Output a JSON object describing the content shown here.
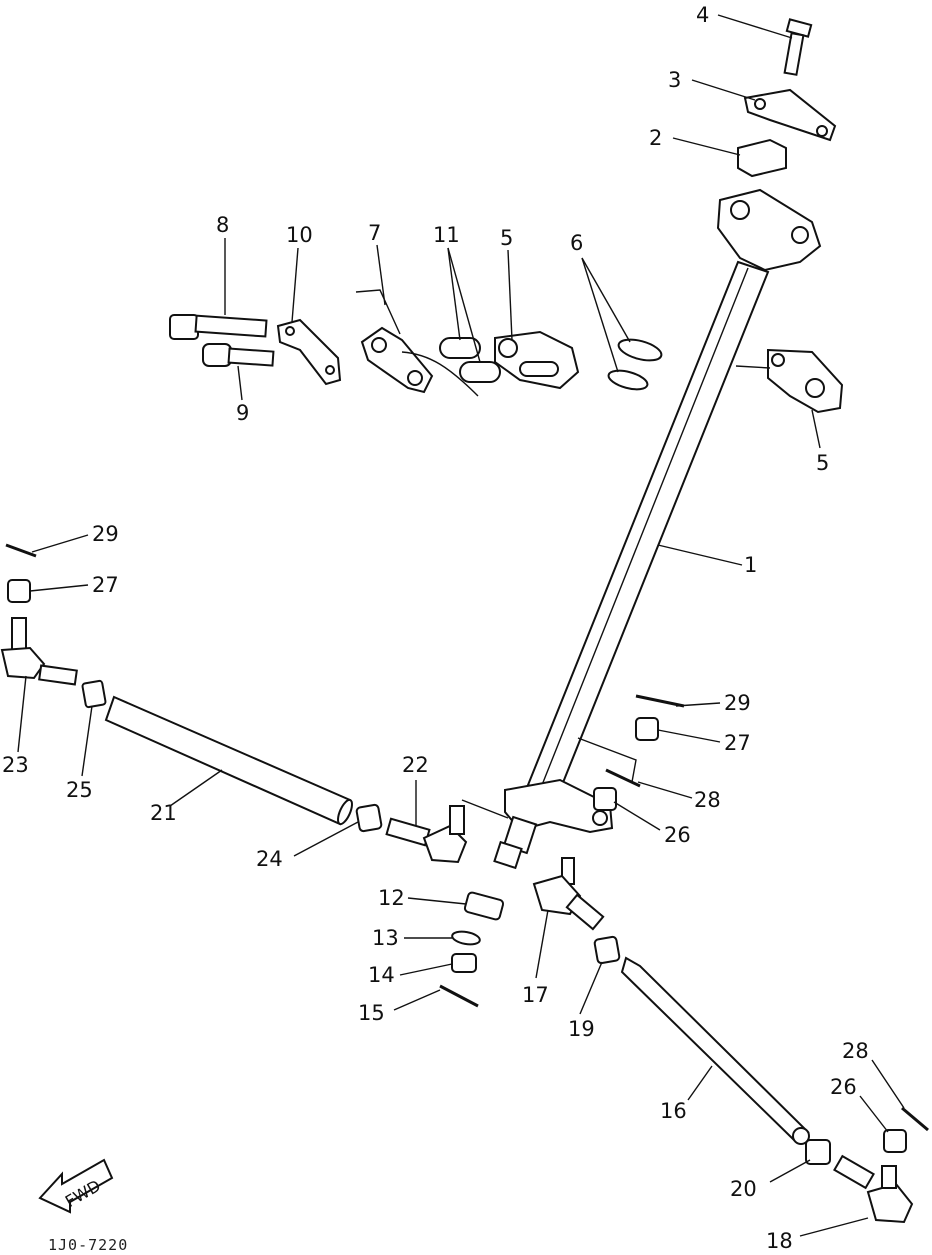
{
  "diagram": {
    "drawing_code": "1J0-7220",
    "fwd_text": "FWD",
    "callouts": [
      {
        "id": "c4",
        "text": "4"
      },
      {
        "id": "c3",
        "text": "3"
      },
      {
        "id": "c2",
        "text": "2"
      },
      {
        "id": "c8",
        "text": "8"
      },
      {
        "id": "c10",
        "text": "10"
      },
      {
        "id": "c7",
        "text": "7"
      },
      {
        "id": "c11",
        "text": "11"
      },
      {
        "id": "c5a",
        "text": "5"
      },
      {
        "id": "c6",
        "text": "6"
      },
      {
        "id": "c9",
        "text": "9"
      },
      {
        "id": "c5b",
        "text": "5"
      },
      {
        "id": "c1",
        "text": "1"
      },
      {
        "id": "c29a",
        "text": "29"
      },
      {
        "id": "c27a",
        "text": "27"
      },
      {
        "id": "c23",
        "text": "23"
      },
      {
        "id": "c25",
        "text": "25"
      },
      {
        "id": "c21",
        "text": "21"
      },
      {
        "id": "c22",
        "text": "22"
      },
      {
        "id": "c24",
        "text": "24"
      },
      {
        "id": "c29b",
        "text": "29"
      },
      {
        "id": "c27b",
        "text": "27"
      },
      {
        "id": "c28a",
        "text": "28"
      },
      {
        "id": "c26a",
        "text": "26"
      },
      {
        "id": "c12",
        "text": "12"
      },
      {
        "id": "c13",
        "text": "13"
      },
      {
        "id": "c14",
        "text": "14"
      },
      {
        "id": "c15",
        "text": "15"
      },
      {
        "id": "c17",
        "text": "17"
      },
      {
        "id": "c19",
        "text": "19"
      },
      {
        "id": "c16",
        "text": "16"
      },
      {
        "id": "c28b",
        "text": "28"
      },
      {
        "id": "c26b",
        "text": "26"
      },
      {
        "id": "c20",
        "text": "20"
      },
      {
        "id": "c18",
        "text": "18"
      }
    ]
  }
}
